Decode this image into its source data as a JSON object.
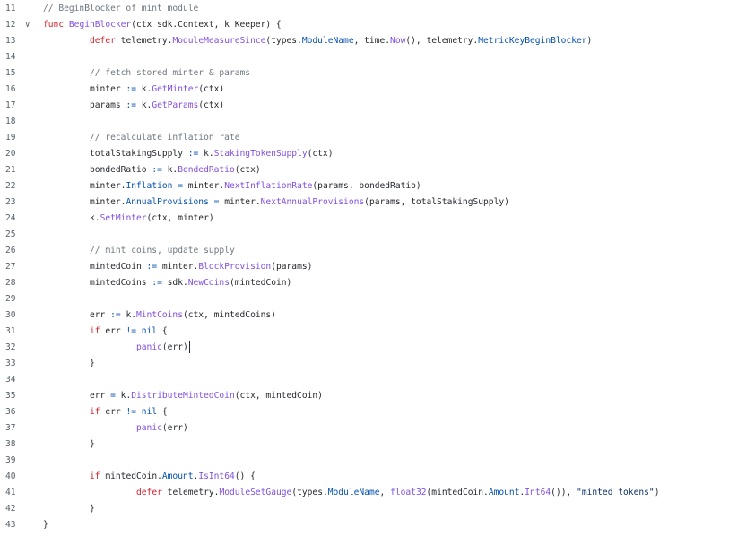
{
  "cursor_line": 32,
  "folded_line": 12,
  "lines": [
    {
      "num": "11",
      "indent": 0,
      "tokens": [
        [
          "c",
          "// BeginBlocker of mint module"
        ]
      ]
    },
    {
      "num": "12",
      "indent": 0,
      "tokens": [
        [
          "k",
          "func"
        ],
        [
          "n",
          " "
        ],
        [
          "f",
          "BeginBlocker"
        ],
        [
          "n",
          "(ctx sdk.Context, k Keeper) {"
        ]
      ]
    },
    {
      "num": "13",
      "indent": 1,
      "tokens": [
        [
          "k",
          "defer"
        ],
        [
          "n",
          " telemetry."
        ],
        [
          "f",
          "ModuleMeasureSince"
        ],
        [
          "n",
          "(types."
        ],
        [
          "p",
          "ModuleName"
        ],
        [
          "n",
          ", time."
        ],
        [
          "f",
          "Now"
        ],
        [
          "n",
          "(), telemetry."
        ],
        [
          "p",
          "MetricKeyBeginBlocker"
        ],
        [
          "n",
          ")"
        ]
      ]
    },
    {
      "num": "14",
      "indent": 1,
      "tokens": []
    },
    {
      "num": "15",
      "indent": 1,
      "tokens": [
        [
          "c",
          "// fetch stored minter & params"
        ]
      ]
    },
    {
      "num": "16",
      "indent": 1,
      "tokens": [
        [
          "n",
          "minter "
        ],
        [
          "o",
          ":="
        ],
        [
          "n",
          " k."
        ],
        [
          "f",
          "GetMinter"
        ],
        [
          "n",
          "(ctx)"
        ]
      ]
    },
    {
      "num": "17",
      "indent": 1,
      "tokens": [
        [
          "n",
          "params "
        ],
        [
          "o",
          ":="
        ],
        [
          "n",
          " k."
        ],
        [
          "f",
          "GetParams"
        ],
        [
          "n",
          "(ctx)"
        ]
      ]
    },
    {
      "num": "18",
      "indent": 1,
      "tokens": []
    },
    {
      "num": "19",
      "indent": 1,
      "tokens": [
        [
          "c",
          "// recalculate inflation rate"
        ]
      ]
    },
    {
      "num": "20",
      "indent": 1,
      "tokens": [
        [
          "n",
          "totalStakingSupply "
        ],
        [
          "o",
          ":="
        ],
        [
          "n",
          " k."
        ],
        [
          "f",
          "StakingTokenSupply"
        ],
        [
          "n",
          "(ctx)"
        ]
      ]
    },
    {
      "num": "21",
      "indent": 1,
      "tokens": [
        [
          "n",
          "bondedRatio "
        ],
        [
          "o",
          ":="
        ],
        [
          "n",
          " k."
        ],
        [
          "f",
          "BondedRatio"
        ],
        [
          "n",
          "(ctx)"
        ]
      ]
    },
    {
      "num": "22",
      "indent": 1,
      "tokens": [
        [
          "n",
          "minter."
        ],
        [
          "p",
          "Inflation"
        ],
        [
          "n",
          " "
        ],
        [
          "o",
          "="
        ],
        [
          "n",
          " minter."
        ],
        [
          "f",
          "NextInflationRate"
        ],
        [
          "n",
          "(params, bondedRatio)"
        ]
      ]
    },
    {
      "num": "23",
      "indent": 1,
      "tokens": [
        [
          "n",
          "minter."
        ],
        [
          "p",
          "AnnualProvisions"
        ],
        [
          "n",
          " "
        ],
        [
          "o",
          "="
        ],
        [
          "n",
          " minter."
        ],
        [
          "f",
          "NextAnnualProvisions"
        ],
        [
          "n",
          "(params, totalStakingSupply)"
        ]
      ]
    },
    {
      "num": "24",
      "indent": 1,
      "tokens": [
        [
          "n",
          "k."
        ],
        [
          "f",
          "SetMinter"
        ],
        [
          "n",
          "(ctx, minter)"
        ]
      ]
    },
    {
      "num": "25",
      "indent": 1,
      "tokens": []
    },
    {
      "num": "26",
      "indent": 1,
      "tokens": [
        [
          "c",
          "// mint coins, update supply"
        ]
      ]
    },
    {
      "num": "27",
      "indent": 1,
      "tokens": [
        [
          "n",
          "mintedCoin "
        ],
        [
          "o",
          ":="
        ],
        [
          "n",
          " minter."
        ],
        [
          "f",
          "BlockProvision"
        ],
        [
          "n",
          "(params)"
        ]
      ]
    },
    {
      "num": "28",
      "indent": 1,
      "tokens": [
        [
          "n",
          "mintedCoins "
        ],
        [
          "o",
          ":="
        ],
        [
          "n",
          " sdk."
        ],
        [
          "f",
          "NewCoins"
        ],
        [
          "n",
          "(mintedCoin)"
        ]
      ]
    },
    {
      "num": "29",
      "indent": 1,
      "tokens": []
    },
    {
      "num": "30",
      "indent": 1,
      "tokens": [
        [
          "n",
          "err "
        ],
        [
          "o",
          ":="
        ],
        [
          "n",
          " k."
        ],
        [
          "f",
          "MintCoins"
        ],
        [
          "n",
          "(ctx, mintedCoins)"
        ]
      ]
    },
    {
      "num": "31",
      "indent": 1,
      "tokens": [
        [
          "k",
          "if"
        ],
        [
          "n",
          " err "
        ],
        [
          "o",
          "!="
        ],
        [
          "n",
          " "
        ],
        [
          "o",
          "nil"
        ],
        [
          "n",
          " {"
        ]
      ]
    },
    {
      "num": "32",
      "indent": 2,
      "tokens": [
        [
          "f",
          "panic"
        ],
        [
          "n",
          "(err)"
        ]
      ]
    },
    {
      "num": "33",
      "indent": 1,
      "tokens": [
        [
          "n",
          "}"
        ]
      ]
    },
    {
      "num": "34",
      "indent": 1,
      "tokens": []
    },
    {
      "num": "35",
      "indent": 1,
      "tokens": [
        [
          "n",
          "err "
        ],
        [
          "o",
          "="
        ],
        [
          "n",
          " k."
        ],
        [
          "f",
          "DistributeMintedCoin"
        ],
        [
          "n",
          "(ctx, mintedCoin)"
        ]
      ]
    },
    {
      "num": "36",
      "indent": 1,
      "tokens": [
        [
          "k",
          "if"
        ],
        [
          "n",
          " err "
        ],
        [
          "o",
          "!="
        ],
        [
          "n",
          " "
        ],
        [
          "o",
          "nil"
        ],
        [
          "n",
          " {"
        ]
      ]
    },
    {
      "num": "37",
      "indent": 2,
      "tokens": [
        [
          "f",
          "panic"
        ],
        [
          "n",
          "(err)"
        ]
      ]
    },
    {
      "num": "38",
      "indent": 1,
      "tokens": [
        [
          "n",
          "}"
        ]
      ]
    },
    {
      "num": "39",
      "indent": 1,
      "tokens": []
    },
    {
      "num": "40",
      "indent": 1,
      "tokens": [
        [
          "k",
          "if"
        ],
        [
          "n",
          " mintedCoin."
        ],
        [
          "p",
          "Amount"
        ],
        [
          "n",
          "."
        ],
        [
          "f",
          "IsInt64"
        ],
        [
          "n",
          "() {"
        ]
      ]
    },
    {
      "num": "41",
      "indent": 2,
      "tokens": [
        [
          "k",
          "defer"
        ],
        [
          "n",
          " telemetry."
        ],
        [
          "f",
          "ModuleSetGauge"
        ],
        [
          "n",
          "(types."
        ],
        [
          "p",
          "ModuleName"
        ],
        [
          "n",
          ", "
        ],
        [
          "f",
          "float32"
        ],
        [
          "n",
          "(mintedCoin."
        ],
        [
          "p",
          "Amount"
        ],
        [
          "n",
          "."
        ],
        [
          "f",
          "Int64"
        ],
        [
          "n",
          "()), "
        ],
        [
          "s",
          "\"minted_tokens\""
        ],
        [
          "n",
          ")"
        ]
      ]
    },
    {
      "num": "42",
      "indent": 1,
      "tokens": [
        [
          "n",
          "}"
        ]
      ]
    },
    {
      "num": "43",
      "indent": 0,
      "tokens": [
        [
          "n",
          "}"
        ]
      ]
    }
  ]
}
